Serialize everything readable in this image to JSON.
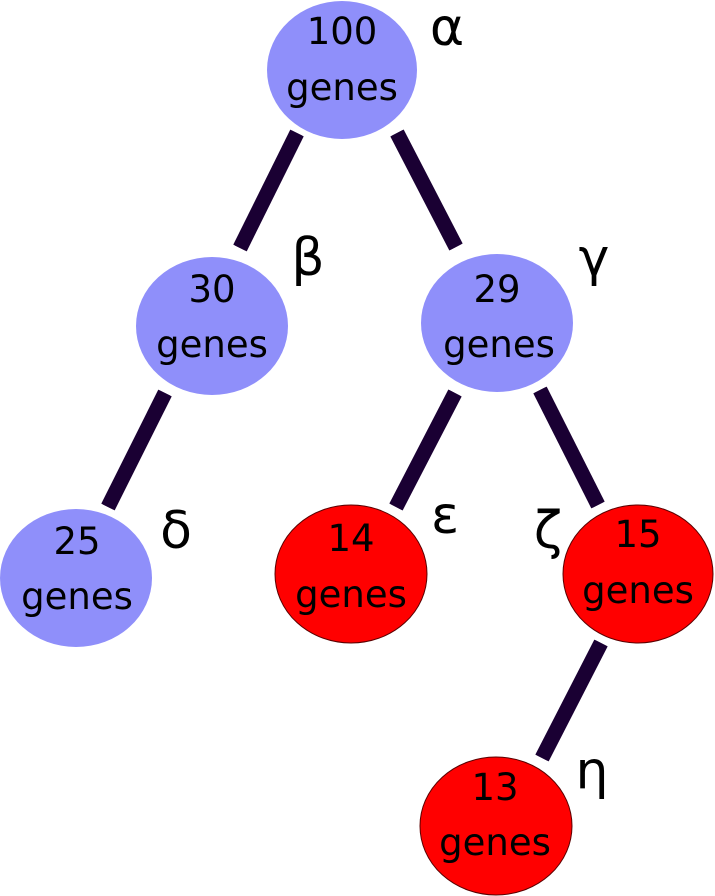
{
  "colors": {
    "blue_node": "#8f8ffa",
    "red_node": "#ff0000",
    "edge": "#800080"
  },
  "nodes": {
    "alpha": {
      "letter": "α",
      "count": "100",
      "unit": "genes",
      "color": "blue"
    },
    "beta": {
      "letter": "β",
      "count": "30",
      "unit": "genes",
      "color": "blue"
    },
    "gamma": {
      "letter": "γ",
      "count": "29",
      "unit": "genes",
      "color": "blue"
    },
    "delta": {
      "letter": "δ",
      "count": "25",
      "unit": "genes",
      "color": "blue"
    },
    "epsilon": {
      "letter": "ε",
      "count": "14",
      "unit": "genes",
      "color": "red"
    },
    "zeta": {
      "letter": "ζ",
      "count": "15",
      "unit": "genes",
      "color": "red"
    },
    "eta": {
      "letter": "η",
      "count": "13",
      "unit": "genes",
      "color": "red"
    }
  },
  "edges": [
    {
      "from": "alpha",
      "to": "beta"
    },
    {
      "from": "alpha",
      "to": "gamma"
    },
    {
      "from": "beta",
      "to": "delta"
    },
    {
      "from": "gamma",
      "to": "epsilon"
    },
    {
      "from": "gamma",
      "to": "zeta"
    },
    {
      "from": "zeta",
      "to": "eta"
    }
  ]
}
